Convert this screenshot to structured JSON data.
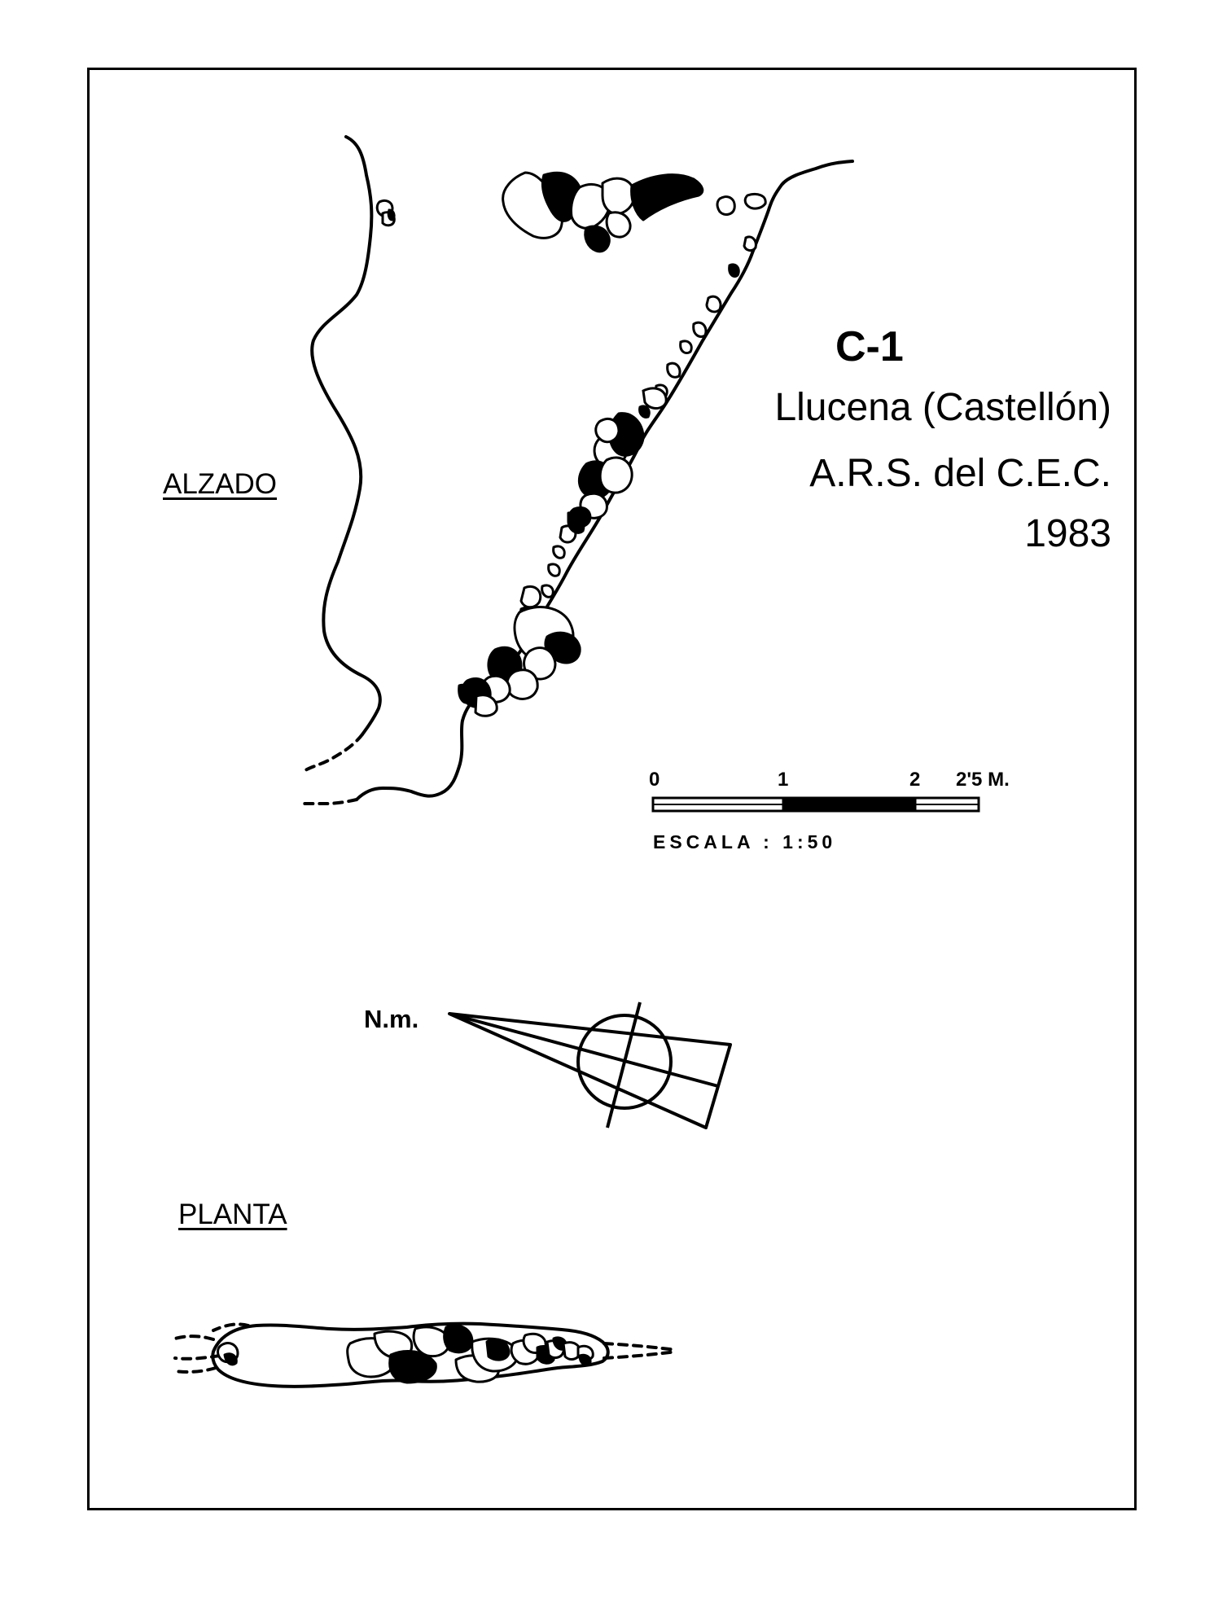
{
  "survey": {
    "code": "C-1",
    "place": "Llucena (Castellón)",
    "authors": "A.R.S. del C.E.C.",
    "year": "1983"
  },
  "sections": {
    "elevation_label": "ALZADO",
    "plan_label": "PLANTA"
  },
  "north_arrow": {
    "label": "N.m."
  },
  "scale_bar": {
    "ticks": [
      "0",
      "1",
      "2",
      "2'5 M."
    ],
    "caption": "ESCALA :  1:50"
  },
  "colors": {
    "ink": "#000000",
    "paper": "#ffffff"
  }
}
